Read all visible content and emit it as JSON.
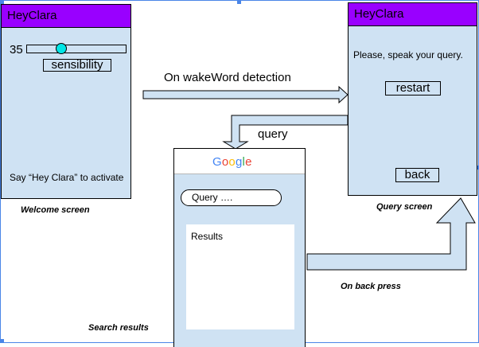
{
  "welcome_screen": {
    "title": "HeyClara",
    "slider_value": "35",
    "slider_level": 0.33,
    "sensibility_label": "sensibility",
    "activate_hint": "Say “Hey Clara” to activate",
    "caption": "Welcome screen"
  },
  "query_screen": {
    "title": "HeyClara",
    "prompt": "Please, speak your query.",
    "restart_label": "restart",
    "back_label": "back",
    "caption": "Query screen"
  },
  "search_screen": {
    "logo": [
      "G",
      "o",
      "o",
      "g",
      "l",
      "e"
    ],
    "logo_colors": [
      "#4285f4",
      "#ea4335",
      "#fbbc05",
      "#4285f4",
      "#34a853",
      "#ea4335"
    ],
    "search_placeholder": "Query ….",
    "results_label": "Results",
    "caption": "Search results"
  },
  "transitions": {
    "wakeword": "On wakeWord detection",
    "query": "query",
    "back_press": "On back press"
  },
  "colors": {
    "title_bar": "#9900ff",
    "screen_bg": "#cfe2f3",
    "slider_knob": "#00e5e5",
    "selection": "#4a86e8"
  }
}
